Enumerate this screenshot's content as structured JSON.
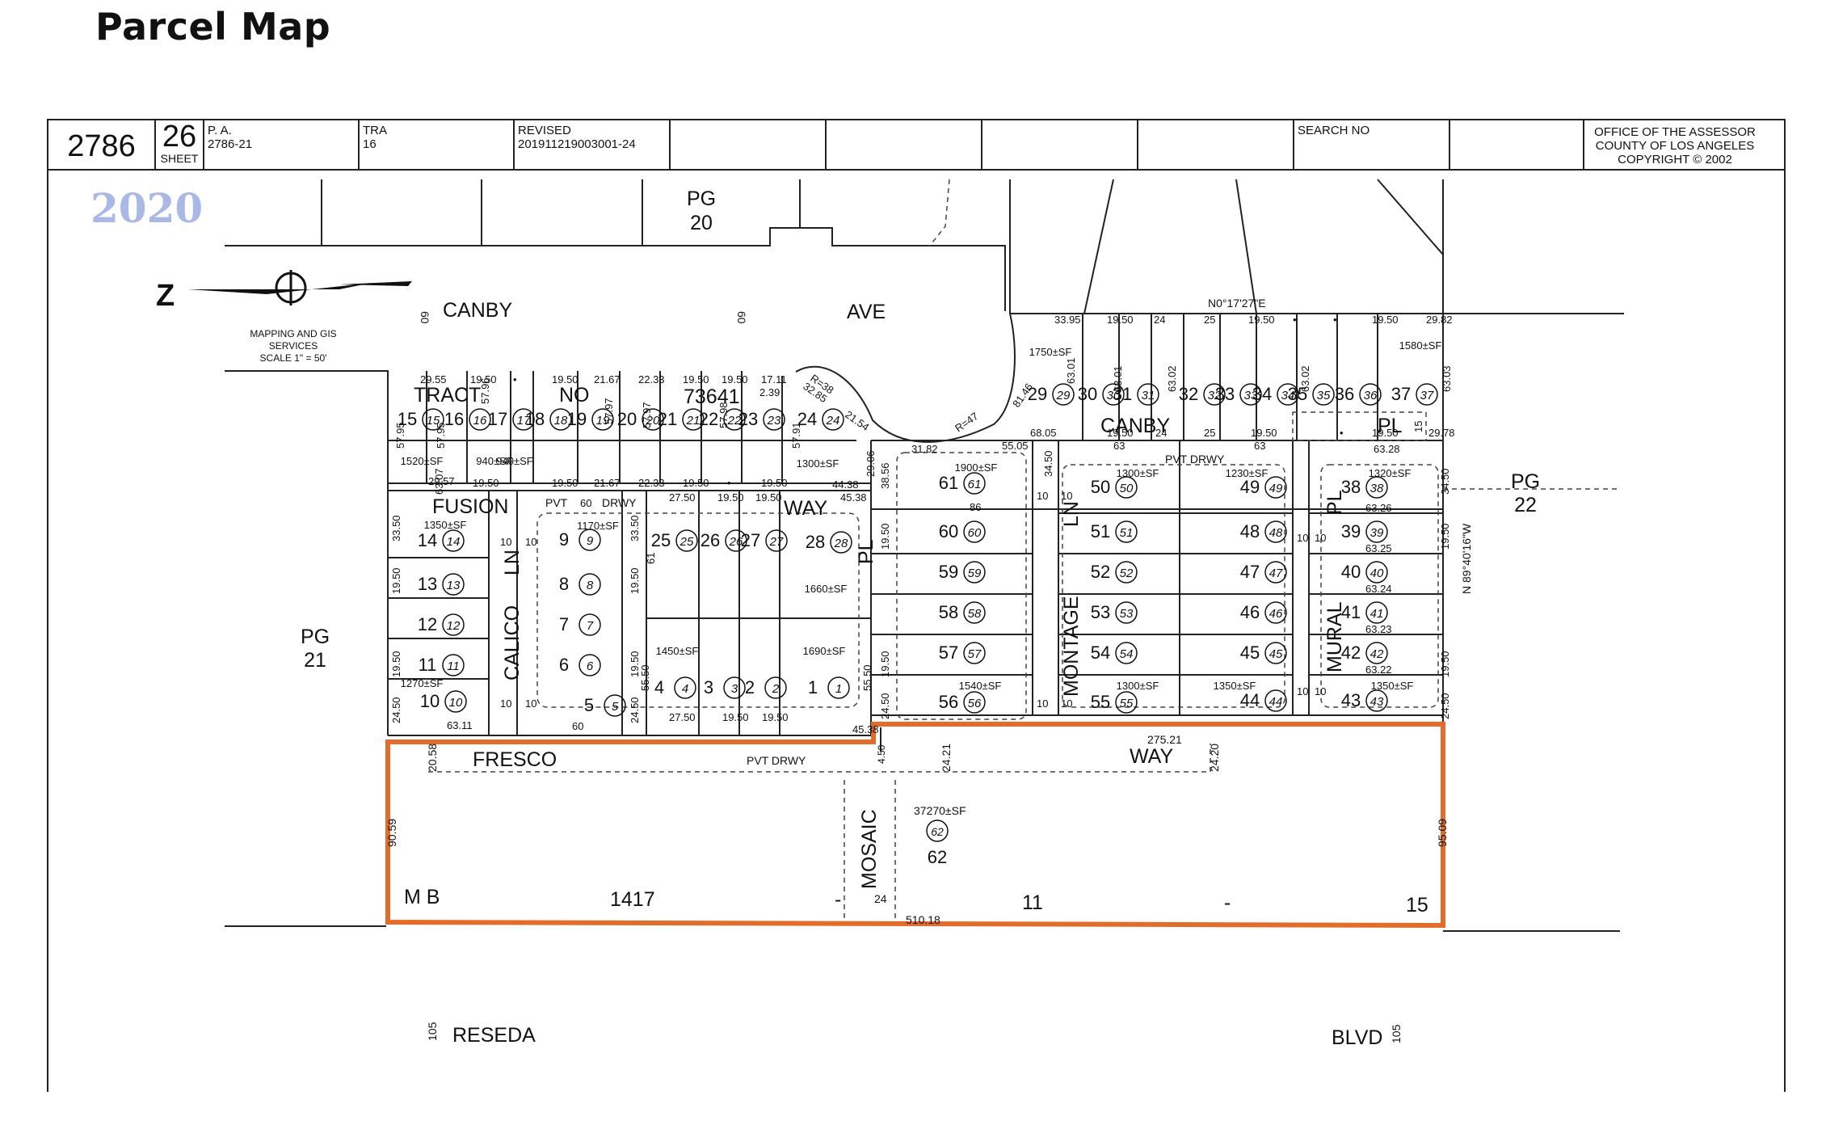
{
  "title": "Parcel Map",
  "header": {
    "book": "2786",
    "page": "26",
    "sheet_label": "SHEET",
    "pa_label": "P. A.",
    "pa_value": "2786-21",
    "tra_label": "TRA",
    "tra_value": "16",
    "revised_label": "REVISED",
    "revised_value": "201911219003001-24",
    "search_label": "SEARCH NO",
    "office_line1": "OFFICE OF THE ASSESSOR",
    "office_line2": "COUNTY OF LOS ANGELES",
    "office_line3": "COPYRIGHT © 2002"
  },
  "map": {
    "year": "2020",
    "north_letter": "Z",
    "mapping_line1": "MAPPING AND GIS",
    "mapping_line2": "SERVICES",
    "mapping_line3": "SCALE 1\" = 50'",
    "canby_ave": [
      "CANBY",
      "AVE"
    ],
    "canby_ave_width": "60",
    "reseda_blvd": [
      "RESEDA",
      "BLVD"
    ],
    "reseda_blvd_width": "105",
    "pg20": [
      "PG",
      "20"
    ],
    "pg21": [
      "PG",
      "21"
    ],
    "pg22": [
      "PG",
      "22"
    ],
    "tract": [
      "TRACT",
      "NO",
      "73641"
    ],
    "mb": [
      "M B",
      "1417",
      "-",
      "11",
      "-",
      "15"
    ],
    "streets": {
      "fusion": [
        "FUSION",
        "WAY"
      ],
      "canby_pl": [
        "CANBY",
        "PL"
      ],
      "fresco": [
        "FRESCO",
        "WAY"
      ],
      "pvt_drwy": "PVT DRWY",
      "pvt": "PVT",
      "drwy": "DRWY",
      "calico_ln": [
        "CALICO",
        "LN"
      ],
      "montage_ln": [
        "MONTAGE",
        "LN"
      ],
      "mural_pl": [
        "MURAL",
        "PL"
      ],
      "mosaic": "MOSAIC",
      "pl": "PL"
    },
    "bearing_canby": "N0°17'27\"E",
    "bearing_east": "N 89°40'16\"W",
    "highlight_color": "#e36c2a",
    "big_parcel": {
      "num": "62",
      "area": "37270±SF"
    },
    "lot_numbers": [
      "1",
      "2",
      "3",
      "4",
      "5",
      "6",
      "7",
      "8",
      "9",
      "10",
      "11",
      "12",
      "13",
      "14",
      "15",
      "16",
      "17",
      "18",
      "19",
      "20",
      "21",
      "22",
      "23",
      "24",
      "25",
      "26",
      "27",
      "28",
      "29",
      "30",
      "31",
      "32",
      "33",
      "34",
      "35",
      "36",
      "37",
      "38",
      "39",
      "40",
      "41",
      "42",
      "43",
      "44",
      "45",
      "46",
      "47",
      "48",
      "49",
      "50",
      "51",
      "52",
      "53",
      "54",
      "55",
      "56",
      "57",
      "58",
      "59",
      "60",
      "61",
      "62"
    ],
    "areas": {
      "a1520": "1520±SF",
      "a940": "940±SF",
      "a1300": "1300±SF",
      "a1750": "1750±SF",
      "a1580": "1580±SF",
      "a1350": "1350±SF",
      "a1170": "1170±SF",
      "a1660": "1660±SF",
      "a1450": "1450±SF",
      "a1690": "1690±SF",
      "a1270": "1270±SF",
      "a1900": "1900±SF",
      "a1230": "1230±SF",
      "a1320": "1320±SF",
      "a1540": "1540±SF"
    },
    "dims": {
      "d3395": "33.95",
      "d1950": "19.50",
      "d24": "24",
      "d25": "25",
      "d2982": "29.82",
      "d2955": "29.55",
      "d2167": "21.67",
      "d2233": "22.33",
      "d1711": "17.11",
      "d239": "2.39",
      "d2957": "29.57",
      "d4438": "44.38",
      "d5505": "55.05",
      "d6805": "68.05",
      "d3182": "31.82",
      "d6328": "63.28",
      "d2978": "29.78",
      "d63": "63",
      "d6307": "63.07",
      "d10": "10",
      "d60": "60",
      "d2750": "27.50",
      "d4538": "45.38",
      "d3350": "33.50",
      "d2450": "24.50",
      "d5595": "57.95",
      "d6311": "63.11",
      "d86": "86",
      "d3450": "34.50",
      "d6326": "63.26",
      "d6325": "63.25",
      "d6324": "63.24",
      "d6323": "63.23",
      "d6322": "63.22",
      "d5550": "55.50",
      "d2906": "29.06",
      "d3856": "38.56",
      "d6301": "63.01",
      "d6302": "63.02",
      "d6303": "63.03",
      "d2058": "20.58",
      "d9059": "90.59",
      "d9509": "95.09",
      "d27521": "275.21",
      "d2421": "24.21",
      "d2420": "24.20",
      "d51018": "510.18",
      "d450": "4.50",
      "d8146": "81.46",
      "d3285": "32.85",
      "d2154": "21.54",
      "r38": "R=38",
      "r47": "R=47",
      "d61": "61",
      "d5796": "57.96",
      "d5797": "57.97",
      "d5798": "57.98",
      "d5791": "57.91",
      "dot": "•",
      "d15": "15"
    }
  }
}
